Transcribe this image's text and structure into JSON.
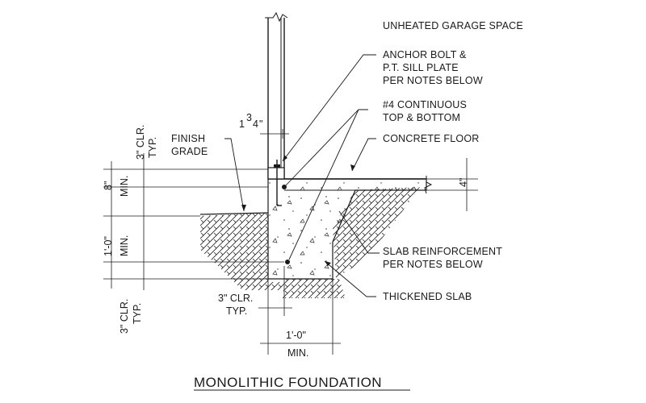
{
  "title": "MONOLITHIC FOUNDATION",
  "labels": {
    "space": "UNHEATED GARAGE SPACE",
    "anchor_1": "ANCHOR BOLT &",
    "anchor_2": "P.T. SILL PLATE",
    "anchor_3": "PER NOTES BELOW",
    "rebar_1": "#4 CONTINUOUS",
    "rebar_2": "TOP & BOTTOM",
    "finish_1": "FINISH",
    "finish_2": "GRADE",
    "floor": "CONCRETE FLOOR",
    "slab_reinf_1": "SLAB REINFORCEMENT",
    "slab_reinf_2": "PER NOTES BELOW",
    "thickened": "THICKENED SLAB"
  },
  "dimensions": {
    "sill_offset_whole": "1",
    "sill_offset_num": "3",
    "sill_offset_den": "4",
    "sill_offset_unit": "\"",
    "top_clear_1": "3\" CLR.",
    "top_clear_2": "TYP.",
    "depth_8": "8\"",
    "depth_8_min": "MIN.",
    "depth_12": "1'-0\"",
    "depth_12_min": "MIN.",
    "bottom_clear_1": "3\" CLR.",
    "bottom_clear_2": "TYP.",
    "side_clear_1": "3\" CLR.",
    "side_clear_2": "TYP.",
    "width": "1'-0\"",
    "width_min": "MIN.",
    "slab_thickness": "4\""
  }
}
